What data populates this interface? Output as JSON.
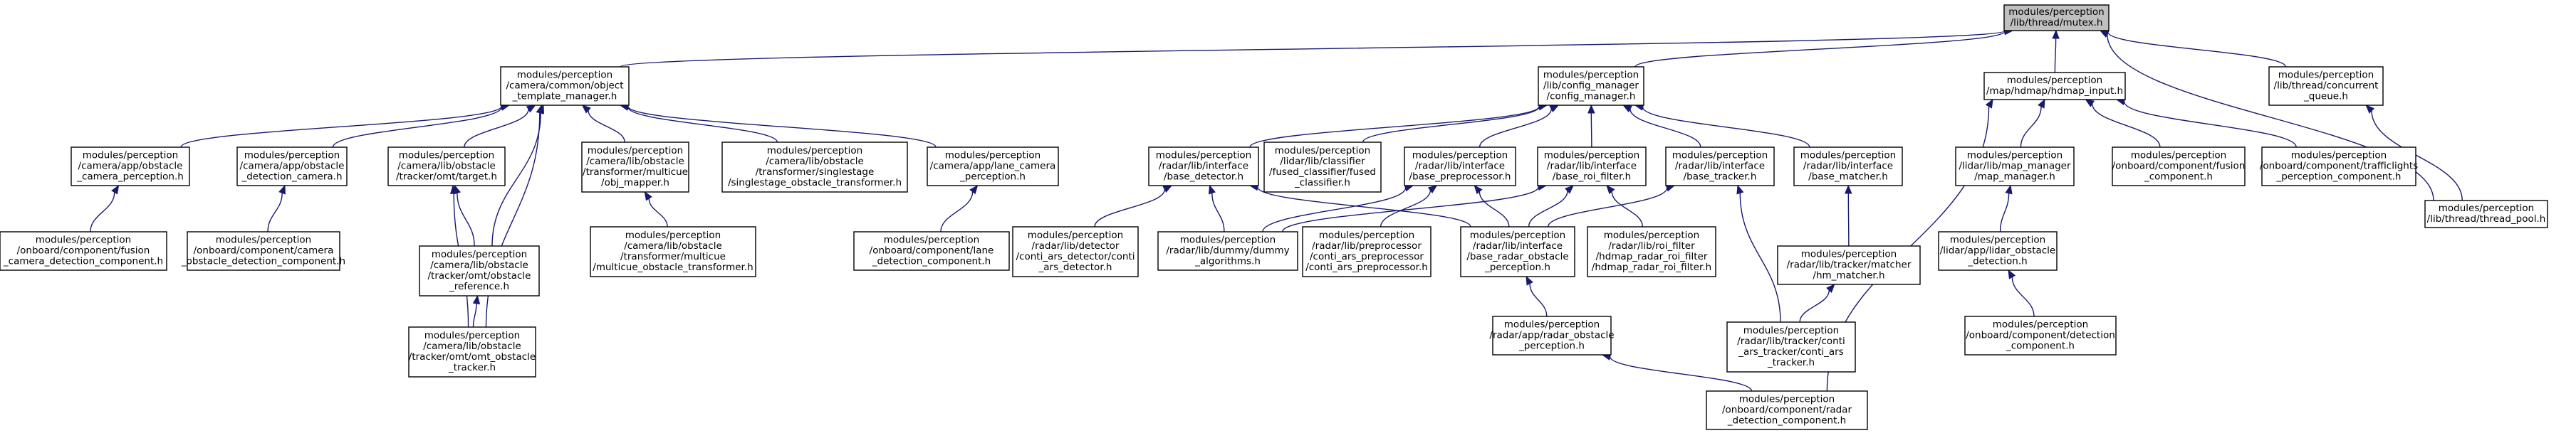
{
  "graph": {
    "nodes": [
      {
        "id": "mutex",
        "lines": [
          "modules/perception",
          "/lib/thread/mutex.h"
        ],
        "highlight": true
      },
      {
        "id": "otm",
        "lines": [
          "modules/perception",
          "/camera/common/object",
          "_template_manager.h"
        ]
      },
      {
        "id": "cfgm",
        "lines": [
          "modules/perception",
          "/lib/config_manager",
          "/config_manager.h"
        ]
      },
      {
        "id": "hdmap",
        "lines": [
          "modules/perception",
          "/map/hdmap/hdmap_input.h"
        ]
      },
      {
        "id": "cq",
        "lines": [
          "modules/perception",
          "/lib/thread/concurrent",
          "_queue.h"
        ]
      },
      {
        "id": "cam_perc",
        "lines": [
          "modules/perception",
          "/camera/app/obstacle",
          "_camera_perception.h"
        ]
      },
      {
        "id": "det_cam",
        "lines": [
          "modules/perception",
          "/camera/app/obstacle",
          "_detection_camera.h"
        ]
      },
      {
        "id": "target",
        "lines": [
          "modules/perception",
          "/camera/lib/obstacle",
          "/tracker/omt/target.h"
        ]
      },
      {
        "id": "objmap",
        "lines": [
          "modules/perception",
          "/camera/lib/obstacle",
          "/transformer/multicue",
          "/obj_mapper.h"
        ]
      },
      {
        "id": "single",
        "lines": [
          "modules/perception",
          "/camera/lib/obstacle",
          "/transformer/singlestage",
          "/singlestage_obstacle_transformer.h"
        ]
      },
      {
        "id": "lane",
        "lines": [
          "modules/perception",
          "/camera/app/lane_camera",
          "_perception.h"
        ]
      },
      {
        "id": "bdet",
        "lines": [
          "modules/perception",
          "/radar/lib/interface",
          "/base_detector.h"
        ]
      },
      {
        "id": "fused",
        "lines": [
          "modules/perception",
          "/lidar/lib/classifier",
          "/fused_classifier/fused",
          "_classifier.h"
        ]
      },
      {
        "id": "bpre",
        "lines": [
          "modules/perception",
          "/radar/lib/interface",
          "/base_preprocessor.h"
        ]
      },
      {
        "id": "broi",
        "lines": [
          "modules/perception",
          "/radar/lib/interface",
          "/base_roi_filter.h"
        ]
      },
      {
        "id": "btrk",
        "lines": [
          "modules/perception",
          "/radar/lib/interface",
          "/base_tracker.h"
        ]
      },
      {
        "id": "bmat",
        "lines": [
          "modules/perception",
          "/radar/lib/interface",
          "/base_matcher.h"
        ]
      },
      {
        "id": "mapman",
        "lines": [
          "modules/perception",
          "/lidar/lib/map_manager",
          "/map_manager.h"
        ]
      },
      {
        "id": "fusion",
        "lines": [
          "modules/perception",
          "/onboard/component/fusion",
          "_component.h"
        ]
      },
      {
        "id": "traffic",
        "lines": [
          "modules/perception",
          "/onboard/component/trafficlights",
          "_perception_component.h"
        ]
      },
      {
        "id": "pool",
        "lines": [
          "modules/perception",
          "/lib/thread/thread_pool.h"
        ]
      },
      {
        "id": "fusion_cam",
        "lines": [
          "modules/perception",
          "/onboard/component/fusion",
          "_camera_detection_component.h"
        ]
      },
      {
        "id": "cam_obs_det",
        "lines": [
          "modules/perception",
          "/onboard/component/camera",
          "_obstacle_detection_component.h"
        ]
      },
      {
        "id": "omtobs",
        "lines": [
          "modules/perception",
          "/camera/lib/obstacle",
          "/tracker/omt/obstacle",
          "_reference.h"
        ]
      },
      {
        "id": "multicue",
        "lines": [
          "modules/perception",
          "/camera/lib/obstacle",
          "/transformer/multicue",
          "/multicue_obstacle_transformer.h"
        ]
      },
      {
        "id": "lane_det",
        "lines": [
          "modules/perception",
          "/onboard/component/lane",
          "_detection_component.h"
        ]
      },
      {
        "id": "conti_det",
        "lines": [
          "modules/perception",
          "/radar/lib/detector",
          "/conti_ars_detector/conti",
          "_ars_detector.h"
        ]
      },
      {
        "id": "dummy",
        "lines": [
          "modules/perception",
          "/radar/lib/dummy/dummy",
          "_algorithms.h"
        ]
      },
      {
        "id": "conti_pre",
        "lines": [
          "modules/perception",
          "/radar/lib/preprocessor",
          "/conti_ars_preprocessor",
          "/conti_ars_preprocessor.h"
        ]
      },
      {
        "id": "brop",
        "lines": [
          "modules/perception",
          "/radar/lib/interface",
          "/base_radar_obstacle",
          "_perception.h"
        ]
      },
      {
        "id": "hdroi",
        "lines": [
          "modules/perception",
          "/radar/lib/roi_filter",
          "/hdmap_radar_roi_filter",
          "/hdmap_radar_roi_filter.h"
        ]
      },
      {
        "id": "hmm",
        "lines": [
          "modules/perception",
          "/radar/lib/tracker/matcher",
          "/hm_matcher.h"
        ]
      },
      {
        "id": "lidar_det",
        "lines": [
          "modules/perception",
          "/lidar/app/lidar_obstacle",
          "_detection.h"
        ]
      },
      {
        "id": "omtomt",
        "lines": [
          "modules/perception",
          "/camera/lib/obstacle",
          "/tracker/omt/omt_obstacle",
          "_tracker.h"
        ]
      },
      {
        "id": "rop",
        "lines": [
          "modules/perception",
          "/radar/app/radar_obstacle",
          "_perception.h"
        ]
      },
      {
        "id": "conti_trk",
        "lines": [
          "modules/perception",
          "/radar/lib/tracker/conti",
          "_ars_tracker/conti_ars",
          "_tracker.h"
        ]
      },
      {
        "id": "det_comp",
        "lines": [
          "modules/perception",
          "/onboard/component/detection",
          "_component.h"
        ]
      },
      {
        "id": "radar_det",
        "lines": [
          "modules/perception",
          "/onboard/component/radar",
          "_detection_component.h"
        ]
      }
    ]
  }
}
